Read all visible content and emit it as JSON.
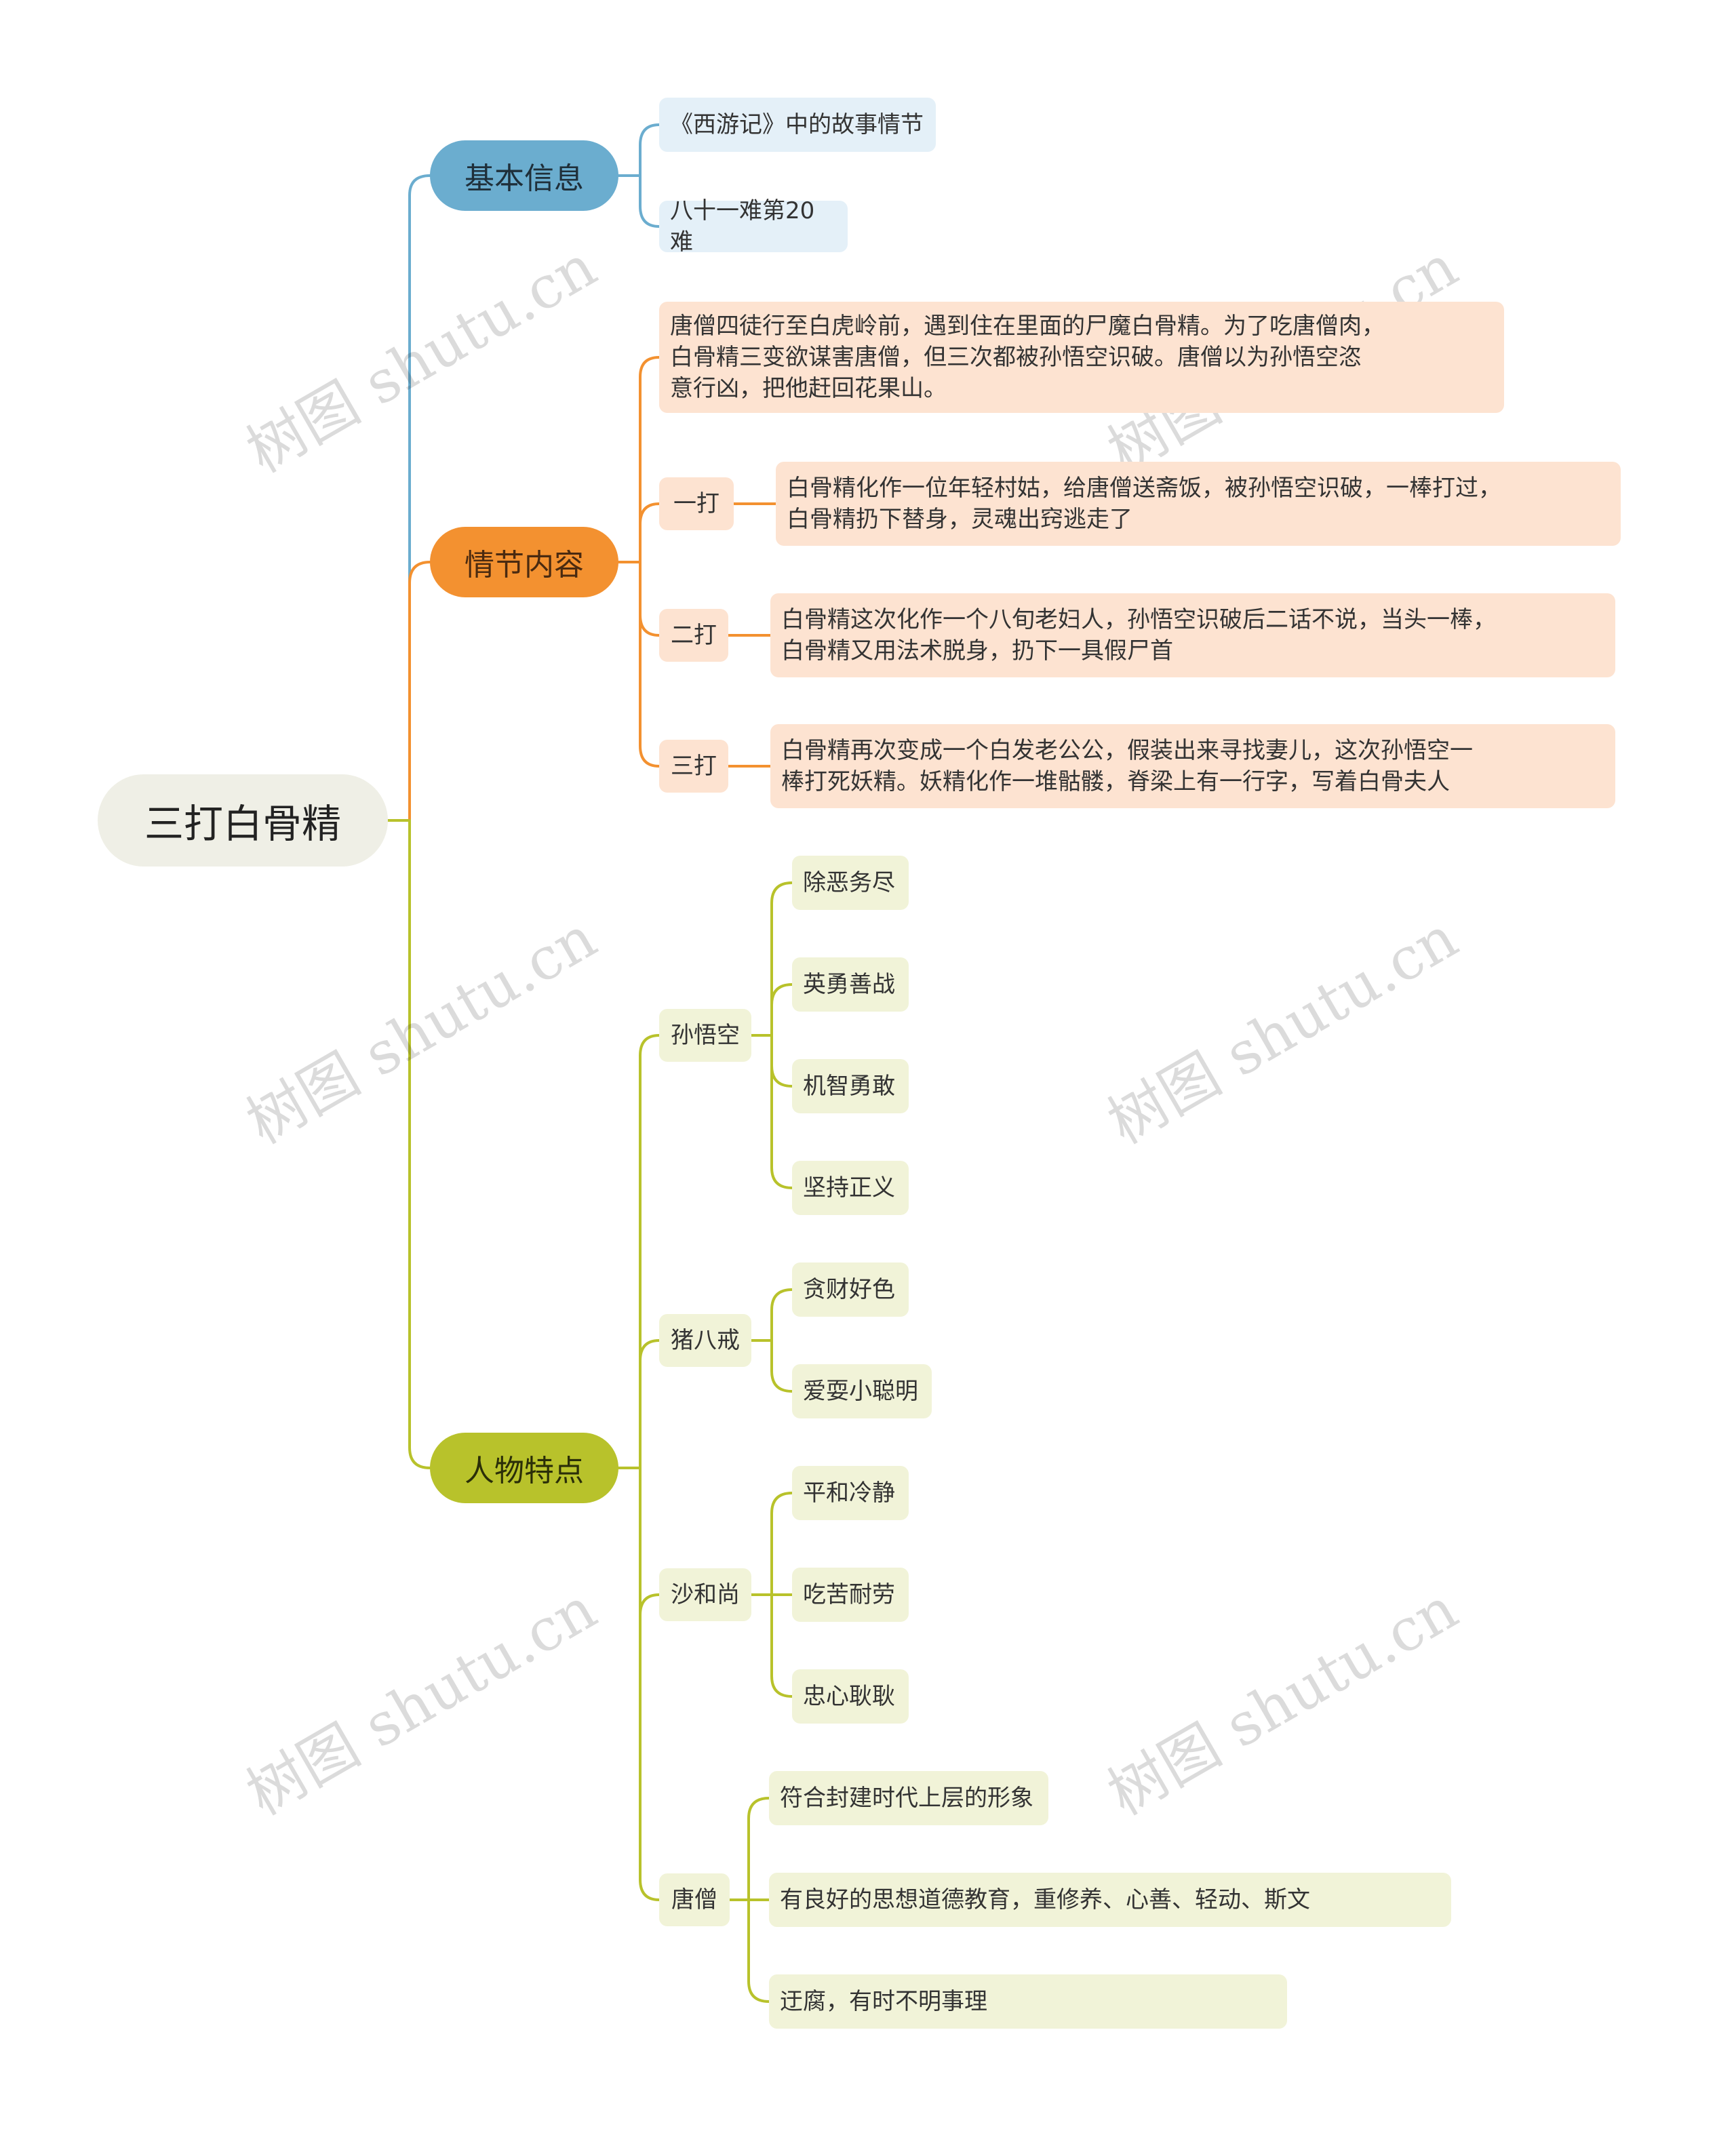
{
  "root": {
    "label": "三打白骨精"
  },
  "branches": {
    "info": {
      "label": "基本信息",
      "items": [
        "《西游记》中的故事情节",
        "八十一难第20难"
      ]
    },
    "plot": {
      "label": "情节内容",
      "summary": "唐僧四徒行至白虎岭前，遇到住在里面的尸魔白骨精。为了吃唐僧肉，\n白骨精三变欲谋害唐僧，但三次都被孙悟空识破。唐僧以为孙悟空恣\n意行凶，把他赶回花果山。",
      "steps": [
        {
          "label": "一打",
          "text": "白骨精化作一位年轻村姑，给唐僧送斋饭，被孙悟空识破，一棒打过，\n白骨精扔下替身，灵魂出窍逃走了"
        },
        {
          "label": "二打",
          "text": "白骨精这次化作一个八旬老妇人，孙悟空识破后二话不说，当头一棒，\n白骨精又用法术脱身，扔下一具假尸首"
        },
        {
          "label": "三打",
          "text": "白骨精再次变成一个白发老公公，假装出来寻找妻儿，这次孙悟空一\n棒打死妖精。妖精化作一堆骷髅，脊梁上有一行字，写着白骨夫人"
        }
      ]
    },
    "characters": {
      "label": "人物特点",
      "groups": [
        {
          "name": "孙悟空",
          "traits": [
            "除恶务尽",
            "英勇善战",
            "机智勇敢",
            "坚持正义"
          ]
        },
        {
          "name": "猪八戒",
          "traits": [
            "贪财好色",
            "爱耍小聪明"
          ]
        },
        {
          "name": "沙和尚",
          "traits": [
            "平和冷静",
            "吃苦耐劳",
            "忠心耿耿"
          ]
        },
        {
          "name": "唐僧",
          "traits": [
            "符合封建时代上层的形象",
            "有良好的思想道德教育，重修养、心善、轻动、斯文",
            "迂腐，有时不明事理"
          ]
        }
      ]
    }
  },
  "watermark": "树图 shutu.cn",
  "colors": {
    "info": "#6badcf",
    "plot": "#f39130",
    "characters": "#b8c22b"
  }
}
